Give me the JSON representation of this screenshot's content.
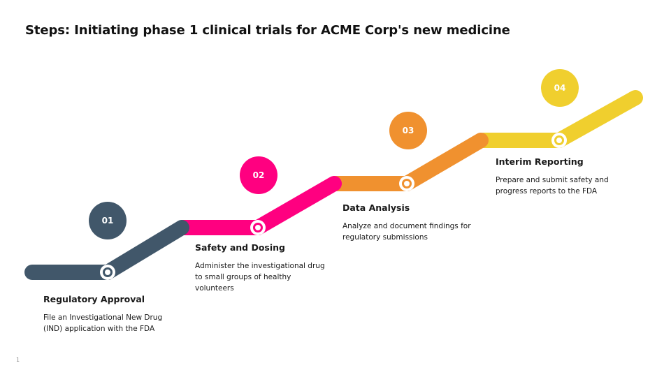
{
  "title": "Steps: Initiating phase 1 clinical trials for ACME Corp's new medicine",
  "slide_number": "1",
  "colors": {
    "step1": "#41576a",
    "step2": "#ff0080",
    "step3": "#f0912f",
    "step4": "#f0cf2e"
  },
  "steps": [
    {
      "number": "01",
      "heading": "Regulatory Approval",
      "description": "File an Investigational New Drug (IND) application with the FDA"
    },
    {
      "number": "02",
      "heading": "Safety and Dosing",
      "description": "Administer the investigational drug to small groups of healthy volunteers"
    },
    {
      "number": "03",
      "heading": "Data Analysis",
      "description": "Analyze and document findings for regulatory submissions"
    },
    {
      "number": "04",
      "heading": "Interim Reporting",
      "description": "Prepare and submit safety and progress reports to the FDA"
    }
  ]
}
